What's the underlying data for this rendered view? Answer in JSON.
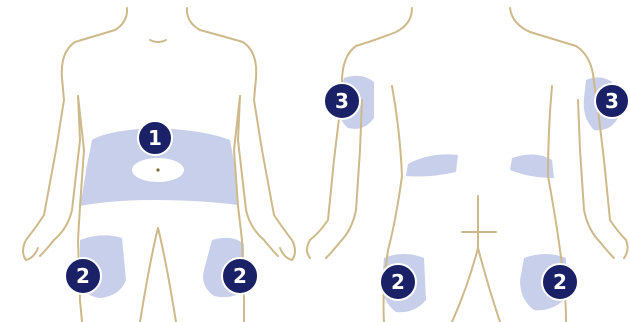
{
  "diagram": {
    "views": [
      "front-view",
      "back-view"
    ],
    "colors": {
      "outline": "#cdb98a",
      "injection_region": "#c5ccea",
      "badge_fill": "#1a2166",
      "badge_text": "#ffffff"
    },
    "sites": {
      "abdomen": "1",
      "thigh": "2",
      "upper_arm": "3"
    }
  }
}
